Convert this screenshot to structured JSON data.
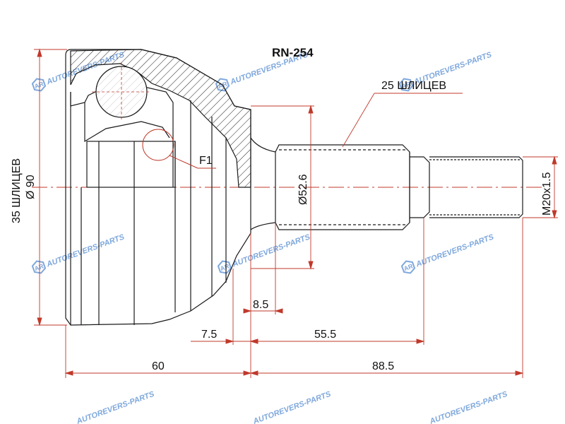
{
  "part_number": "RN-254",
  "labels": {
    "splines_outer": "25 ШЛИЦЕВ",
    "splines_inner": "35 ШЛИЦЕВ",
    "abs_diameter": "Ø 90",
    "flange_diameter": "Ø52.6",
    "thread": "M20x1.5",
    "detail": "F1"
  },
  "dimensions": {
    "d_8_5": "8.5",
    "d_7_5": "7.5",
    "d_55_5": "55.5",
    "d_60": "60",
    "d_88_5": "88.5"
  },
  "watermark": {
    "text": "AUTOREVERS-PARTS",
    "logo": "AR"
  },
  "colors": {
    "outline": "#1a1a1a",
    "dimension": "#c0392b",
    "centerline": "#c0392b",
    "watermark": "#7fa8dc"
  }
}
